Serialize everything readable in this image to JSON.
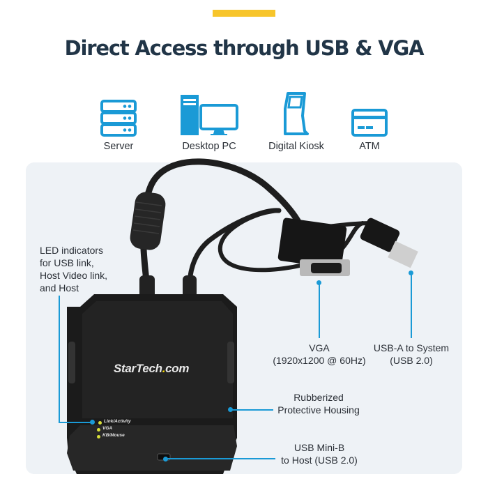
{
  "header": {
    "title": "Direct Access through USB & VGA",
    "accent_color": "#f7c52b"
  },
  "device_types": [
    {
      "label": "Server",
      "icon": "server-icon"
    },
    {
      "label": "Desktop PC",
      "icon": "desktop-pc-icon"
    },
    {
      "label": "Digital Kiosk",
      "icon": "kiosk-icon"
    },
    {
      "label": "ATM",
      "icon": "atm-icon"
    }
  ],
  "icon_color": "#1a9ad6",
  "product": {
    "brand": "StarTech",
    "brand_dot": ".",
    "brand_suffix": "com",
    "led_labels": [
      "Link/Activity",
      "VGA",
      "KB/Mouse"
    ]
  },
  "callouts": {
    "led": {
      "lines": [
        "LED indicators",
        "for USB link,",
        "Host Video link,",
        "and Host"
      ]
    },
    "vga": {
      "line1": "VGA",
      "line2": "(1920x1200 @ 60Hz)"
    },
    "usb_a": {
      "line1": "USB-A to System",
      "line2": "(USB 2.0)"
    },
    "housing": {
      "line1": "Rubberized",
      "line2": "Protective Housing"
    },
    "mini_b": {
      "line1": "USB Mini-B",
      "line2": "to Host (USB 2.0)"
    }
  }
}
